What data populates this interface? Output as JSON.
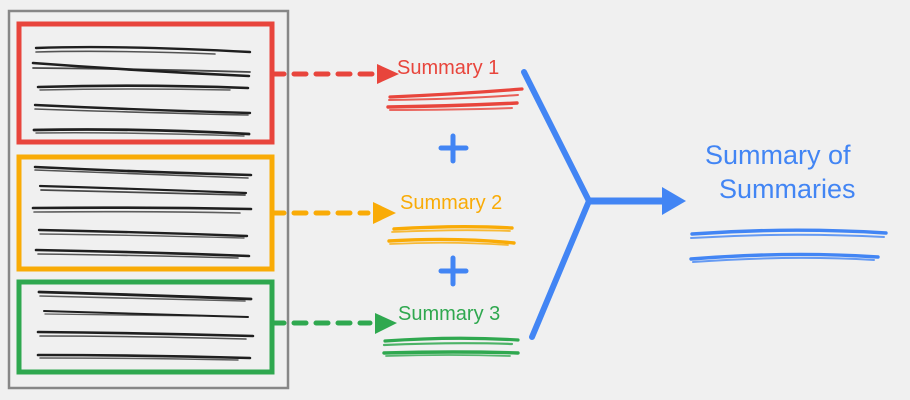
{
  "diagram": {
    "title_text": "Summary of Summaries",
    "background_color": "#f0f0f0",
    "document_panel": {
      "name": "source-document",
      "border_color": "#808080"
    },
    "chunks": [
      {
        "id": "chunk-1",
        "color": "#E8453C",
        "label": "red-highlighted-chunk",
        "line_count": 5
      },
      {
        "id": "chunk-2",
        "color": "#F9AB06",
        "label": "orange-highlighted-chunk",
        "line_count": 5
      },
      {
        "id": "chunk-3",
        "color": "#2FA84F",
        "label": "green-highlighted-chunk",
        "line_count": 4
      }
    ],
    "summaries": [
      {
        "id": "summary-1",
        "label": "Summary 1",
        "color": "#E8453C"
      },
      {
        "id": "summary-2",
        "label": "Summary 2",
        "color": "#F9AB06"
      },
      {
        "id": "summary-3",
        "label": "Summary 3",
        "color": "#2FA84F"
      }
    ],
    "operators": [
      {
        "id": "plus-1",
        "glyph": "+",
        "color": "#4285F4"
      },
      {
        "id": "plus-2",
        "glyph": "+",
        "color": "#4285F4"
      }
    ],
    "final": {
      "line1": "Summary of",
      "line2": "Summaries",
      "color": "#4285F4"
    },
    "arrows": {
      "dashed_color_1": "#E8453C",
      "dashed_color_2": "#F9AB06",
      "dashed_color_3": "#2FA84F",
      "merge_color": "#4285F4"
    }
  }
}
